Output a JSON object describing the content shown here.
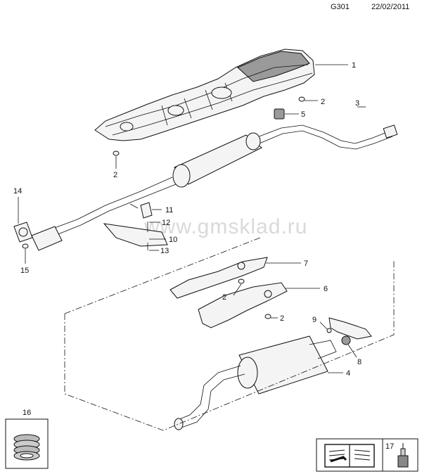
{
  "header": {
    "code": "G301",
    "date": "22/02/2011"
  },
  "watermark": "www.gmsklad.ru",
  "callouts": {
    "c1": "1",
    "c2a": "2",
    "c2b": "2",
    "c2c": "2",
    "c2d": "2",
    "c3": "3",
    "c4": "4",
    "c5": "5",
    "c6": "6",
    "c7": "7",
    "c8": "8",
    "c9": "9",
    "c10": "10",
    "c11": "11",
    "c12": "12",
    "c13": "13",
    "c14": "14",
    "c15": "15",
    "c16": "16",
    "c17": "17"
  },
  "icons": [
    "heat-shield-icon",
    "pipe-icon",
    "muffler-icon",
    "clamp-icon",
    "gasket-icon",
    "wire-spring-icon",
    "repair-manual-icon",
    "sealant-tube-icon"
  ]
}
